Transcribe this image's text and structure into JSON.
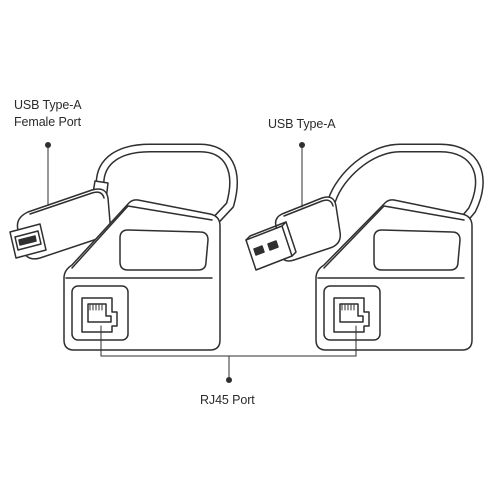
{
  "labels": {
    "usb_female": {
      "line1": "USB Type-A",
      "line2": "Female Port"
    },
    "usb_male": {
      "line1": "USB Type-A"
    },
    "rj45": {
      "line1": "RJ45 Port"
    }
  },
  "colors": {
    "stroke": "#2f2f2f",
    "fill": "#ffffff",
    "background": "#ffffff"
  }
}
